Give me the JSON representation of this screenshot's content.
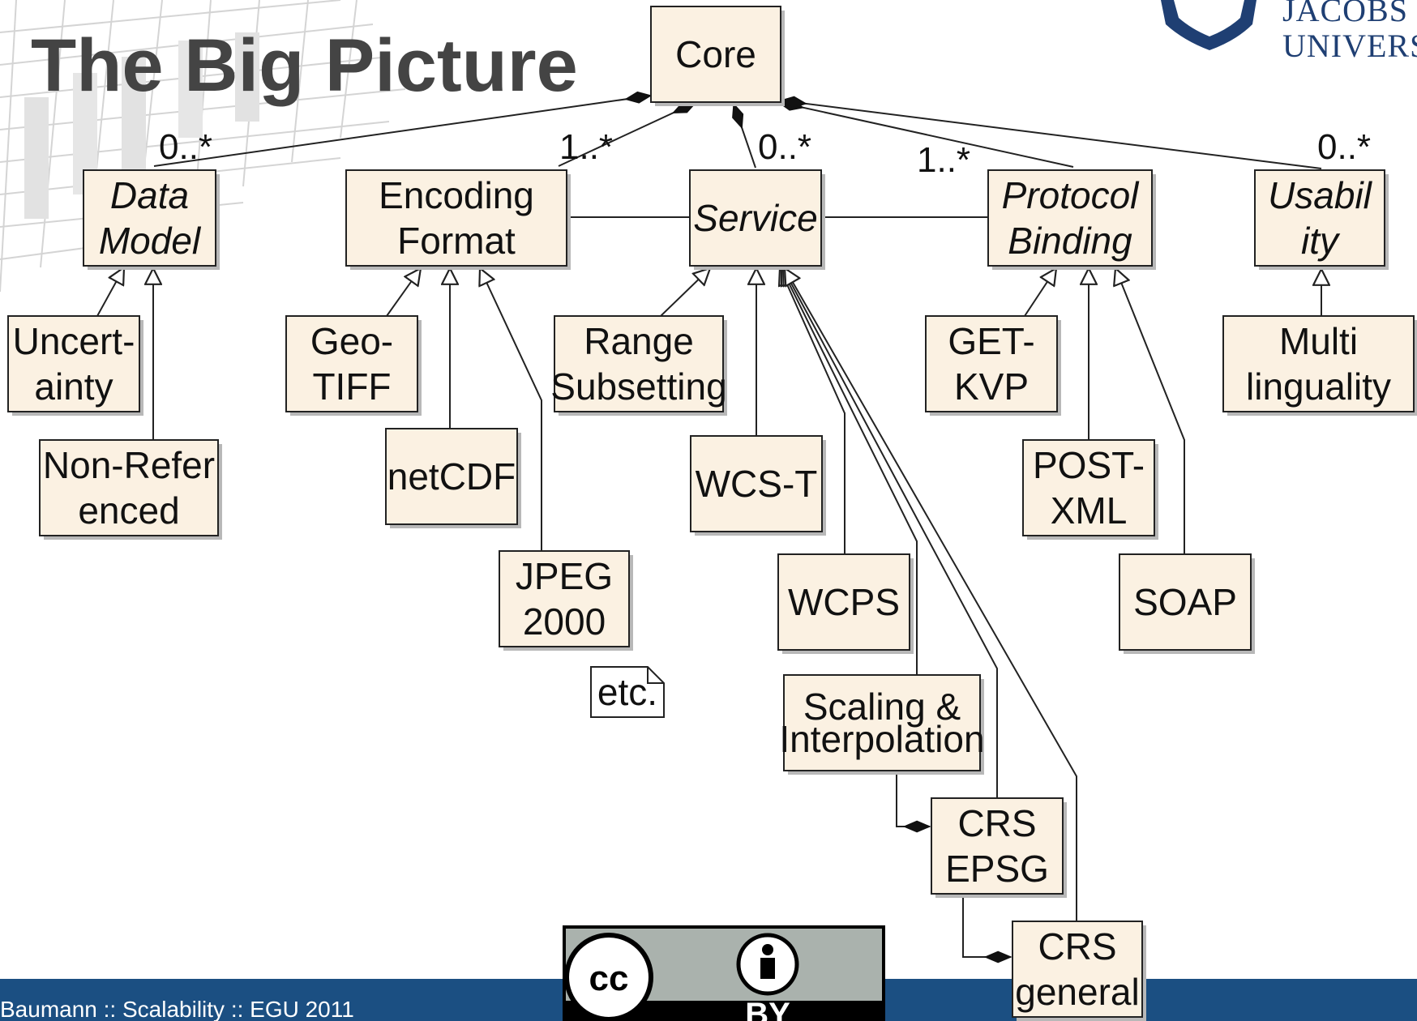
{
  "slide": {
    "title": "The Big Picture",
    "footer": "Baumann :: Scalability :: EGU 2011",
    "logo_text": [
      "JACOBS",
      "UNIVERS"
    ],
    "license": {
      "label": "BY",
      "icon_cc": "cc-circle-icon",
      "icon_by": "person-icon"
    },
    "colors": {
      "box_fill": "#fbf1e2",
      "footer_bar": "#1b4f82",
      "logo": "#1f3f73",
      "title": "#444444"
    }
  },
  "nodes": {
    "core": {
      "lines": [
        "Core"
      ],
      "italic": false
    },
    "data_model": {
      "lines": [
        "Data",
        "Model"
      ],
      "italic": true
    },
    "encoding_format": {
      "lines": [
        "Encoding",
        "Format"
      ],
      "italic": false
    },
    "service": {
      "lines": [
        "Service"
      ],
      "italic": true
    },
    "protocol_binding": {
      "lines": [
        "Protocol",
        "Binding"
      ],
      "italic": true
    },
    "usability": {
      "lines": [
        "Usabil",
        "ity"
      ],
      "italic": true
    },
    "uncertainty": {
      "lines": [
        "Uncert-",
        "ainty"
      ],
      "italic": false
    },
    "non_referenced": {
      "lines": [
        "Non-Refer",
        "enced"
      ],
      "italic": false
    },
    "geotiff": {
      "lines": [
        "Geo-",
        "TIFF"
      ],
      "italic": false
    },
    "netcdf": {
      "lines": [
        "netCDF"
      ],
      "italic": false
    },
    "jpeg2000": {
      "lines": [
        "JPEG",
        "2000"
      ],
      "italic": false
    },
    "etc": {
      "lines": [
        "etc."
      ],
      "italic": false
    },
    "range_subsetting": {
      "lines": [
        "Range",
        "Subsetting"
      ],
      "italic": false
    },
    "wcs_t": {
      "lines": [
        "WCS-T"
      ],
      "italic": false
    },
    "wcps": {
      "lines": [
        "WCPS"
      ],
      "italic": false
    },
    "scaling": {
      "lines": [
        "Scaling &",
        "Interpolation"
      ],
      "italic": false
    },
    "crs_epsg": {
      "lines": [
        "CRS",
        "EPSG"
      ],
      "italic": false
    },
    "crs_general": {
      "lines": [
        "CRS",
        "general"
      ],
      "italic": false
    },
    "get_kvp": {
      "lines": [
        "GET-",
        "KVP"
      ],
      "italic": false
    },
    "post_xml": {
      "lines": [
        "POST-",
        "XML"
      ],
      "italic": false
    },
    "soap": {
      "lines": [
        "SOAP"
      ],
      "italic": false
    },
    "multilinguality": {
      "lines": [
        "Multi",
        "linguality"
      ],
      "italic": false
    }
  },
  "edges": [
    {
      "from": "data_model",
      "to": "core",
      "kind": "composition",
      "multiplicity": "0..*"
    },
    {
      "from": "encoding_format",
      "to": "core",
      "kind": "composition",
      "multiplicity": "1..*"
    },
    {
      "from": "service",
      "to": "core",
      "kind": "composition",
      "multiplicity": "0..*"
    },
    {
      "from": "protocol_binding",
      "to": "core",
      "kind": "composition",
      "multiplicity": "1..*"
    },
    {
      "from": "usability",
      "to": "core",
      "kind": "composition",
      "multiplicity": "0..*"
    },
    {
      "from": "encoding_format",
      "to": "service",
      "kind": "association"
    },
    {
      "from": "service",
      "to": "protocol_binding",
      "kind": "association"
    },
    {
      "from": "uncertainty",
      "to": "data_model",
      "kind": "generalization"
    },
    {
      "from": "non_referenced",
      "to": "data_model",
      "kind": "generalization"
    },
    {
      "from": "geotiff",
      "to": "encoding_format",
      "kind": "generalization"
    },
    {
      "from": "netcdf",
      "to": "encoding_format",
      "kind": "generalization"
    },
    {
      "from": "jpeg2000",
      "to": "encoding_format",
      "kind": "generalization"
    },
    {
      "from": "range_subsetting",
      "to": "service",
      "kind": "generalization"
    },
    {
      "from": "wcs_t",
      "to": "service",
      "kind": "generalization"
    },
    {
      "from": "wcps",
      "to": "service",
      "kind": "generalization"
    },
    {
      "from": "scaling",
      "to": "service",
      "kind": "generalization"
    },
    {
      "from": "crs_epsg",
      "to": "service",
      "kind": "generalization"
    },
    {
      "from": "crs_general",
      "to": "service",
      "kind": "generalization"
    },
    {
      "from": "get_kvp",
      "to": "protocol_binding",
      "kind": "generalization"
    },
    {
      "from": "post_xml",
      "to": "protocol_binding",
      "kind": "generalization"
    },
    {
      "from": "soap",
      "to": "protocol_binding",
      "kind": "generalization"
    },
    {
      "from": "multilinguality",
      "to": "usability",
      "kind": "generalization"
    },
    {
      "from": "crs_epsg",
      "to": "scaling",
      "kind": "composition"
    },
    {
      "from": "crs_general",
      "to": "crs_epsg",
      "kind": "composition"
    }
  ]
}
